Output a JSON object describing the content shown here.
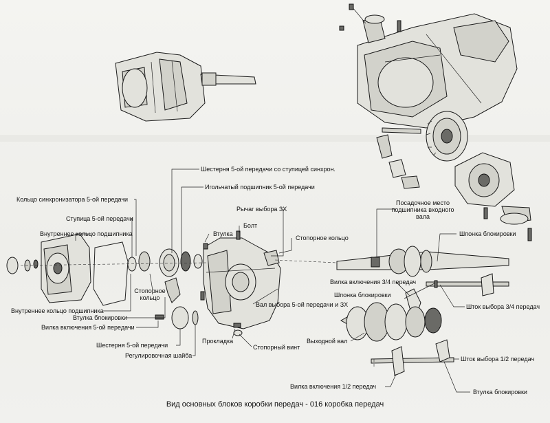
{
  "labels": {
    "gear5_hub": "Шестерня 5-ой передачи со ступицей синхрон.",
    "needle_bearing5": "Игольчатый подшипник 5-ой передачи",
    "sync_ring5": "Кольцо синхронизатора 5-ой передачи",
    "hub5": "Ступица 5-ой передачи",
    "inner_ring": "Внутреннее кольцо подшипника",
    "stop_ring_left": "Стопорное кольцо",
    "inner_ring2": "Внутреннее кольцо подшипника",
    "lock_sleeve_left": "Втулка блокировки",
    "fork5": "Вилка включения 5-ой передачи",
    "gear5": "Шестерня 5-ой передачи",
    "adjust_washer": "Регулировочная шайба",
    "sleeve": "Втулка",
    "bolt": "Болт",
    "lever3R": "Рычаг выбора ЗХ",
    "stop_ring_center": "Стопорное кольцо",
    "shaft5R": "Вал выбора 5-ой передачи и ЗХ",
    "gasket": "Прокладка",
    "stop_screw": "Стопорный винт",
    "bearing_seat": "Посадочное место подшипника входного вала",
    "key_top": "Шпонка блокировки",
    "fork34": "Вилка включения 3/4 передач",
    "key_mid": "Шпонка блокировки",
    "rod34": "Шток выбора 3/4 передач",
    "output_shaft": "Выходной вал",
    "rod12": "Шток выбора 1/2 передач",
    "fork12": "Вилка включения 1/2 передач",
    "lock_sleeve_right": "Втулка блокировки"
  },
  "caption": "Вид основных блоков коробки передач - 016 коробка передач"
}
